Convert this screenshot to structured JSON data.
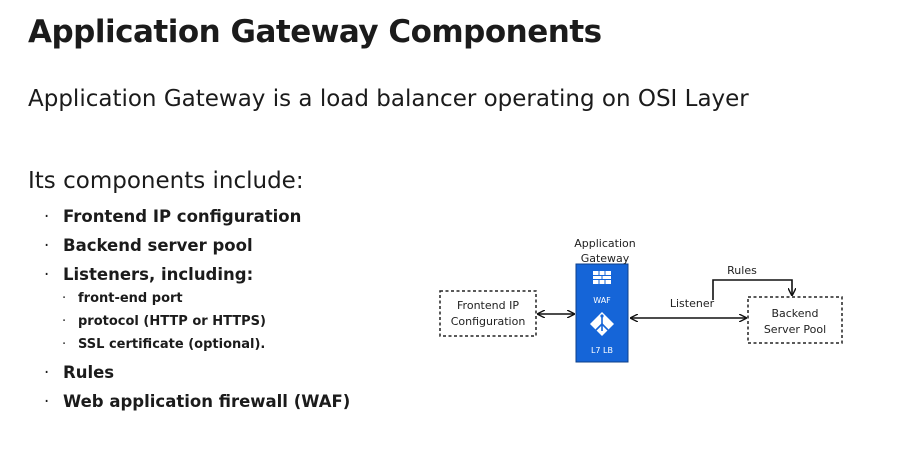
{
  "slide": {
    "title": "Application Gateway Components",
    "subtitle": "Application Gateway is a load balancer operating on OSI Layer",
    "intro": "Its components include:",
    "bullet": "·",
    "components": [
      "Frontend IP configuration",
      "Backend server pool",
      "Listeners, including:",
      "Rules",
      "Web application firewall (WAF)"
    ],
    "listener_details": [
      "front-end port",
      "protocol (HTTP or HTTPS)",
      "SSL certificate (optional)."
    ]
  },
  "diagram": {
    "gateway_label_line1": "Application",
    "gateway_label_line2": "Gateway",
    "waf_label": "WAF",
    "lb_label": "L7 LB",
    "frontend_line1": "Frontend IP",
    "frontend_line2": "Configuration",
    "backend_line1": "Backend",
    "backend_line2": "Server Pool",
    "listener_label": "Listener",
    "rules_label": "Rules",
    "gateway_color": "#1565d8"
  }
}
